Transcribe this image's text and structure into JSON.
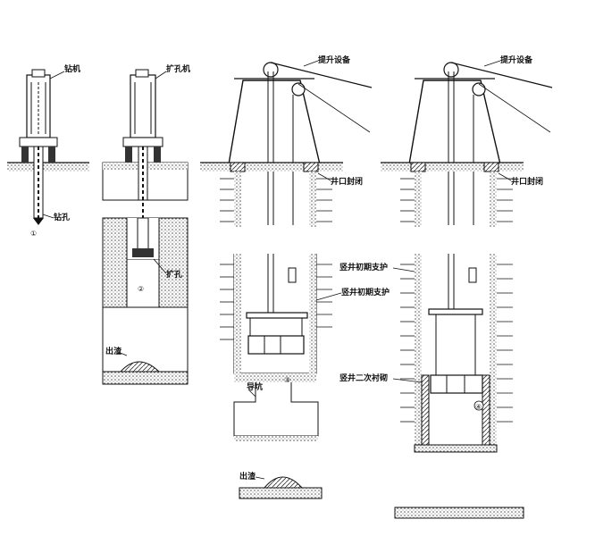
{
  "stage_numbers": [
    "①",
    "②",
    "③",
    "④"
  ],
  "labels": {
    "drill_rig": "钻机",
    "pilot_hole": "钻孔",
    "reamer_rig": "扩孔机",
    "reaming": "扩孔",
    "muck_out_1": "出渣",
    "muck_out_2": "出渣",
    "hoist_1": "提升设备",
    "hoist_2": "提升设备",
    "collar_1": "井口封闭",
    "collar_2": "井口封闭",
    "support_a": "竖井初期支护",
    "support_b": "竖井初期支护",
    "support_c": "竖井二次衬砌",
    "drift": "导坑"
  },
  "colors": {
    "line": "#111111",
    "soil": "#777777",
    "fill": "#bdbdbd"
  }
}
